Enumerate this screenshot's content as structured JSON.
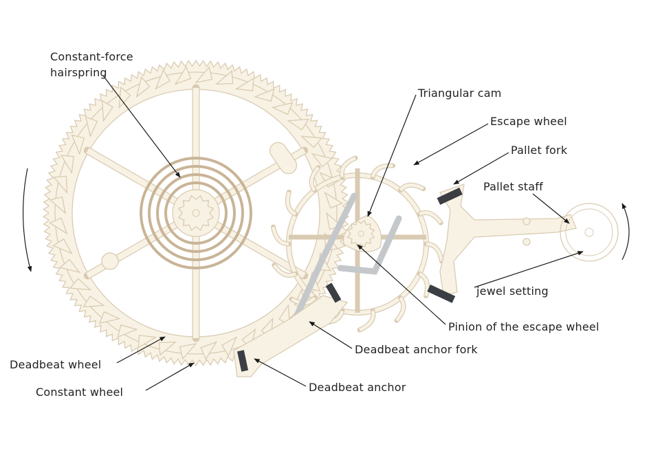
{
  "colors": {
    "part_fill": "#f8f2e4",
    "part_stroke": "#d9cbb2",
    "spring": "#c9b497",
    "fork_gray": "#c5c8ca",
    "pallet_dark": "#3b3e42",
    "arrow": "#1a1a1a"
  },
  "labels": {
    "hairspring_1": "Constant-force",
    "hairspring_2": "hairspring",
    "triangular_cam": "Triangular cam",
    "escape_wheel": "Escape wheel",
    "pallet_fork": "Pallet fork",
    "pallet_staff": "Pallet staff",
    "jewel_setting": "jewel setting",
    "pinion": "Pinion of the escape wheel",
    "anchor_fork": "Deadbeat anchor fork",
    "anchor": "Deadbeat anchor",
    "deadbeat_wheel": "Deadbeat wheel",
    "constant_wheel": "Constant wheel"
  }
}
